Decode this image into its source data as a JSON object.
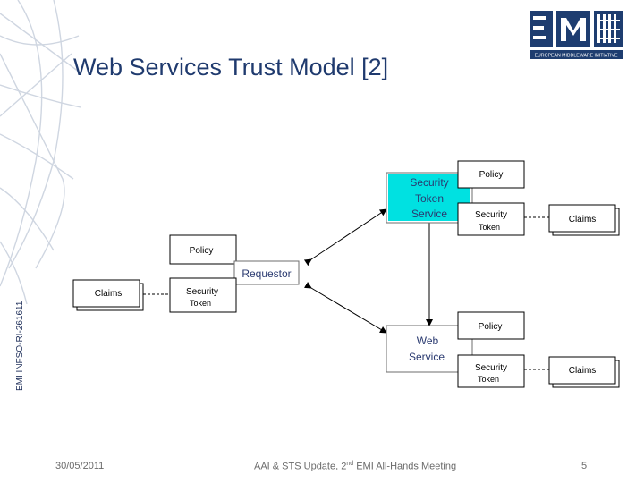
{
  "slide": {
    "title": "Web Services Trust Model [2]",
    "side_label": "EMI INFSO-RI-261611",
    "logo_text": "EUROPEAN MIDDLEWARE INITIATIVE"
  },
  "diagram": {
    "security_token_service": [
      "Security",
      "Token",
      "Service"
    ],
    "requestor": "Requestor",
    "web_service": [
      "Web",
      "Service"
    ],
    "policy": "Policy",
    "security_token": [
      "Security",
      "Token"
    ],
    "claims": "Claims"
  },
  "footer": {
    "date": "30/05/2011",
    "event_pre": "AAI & STS Update, 2",
    "event_sup": "nd",
    "event_post": " EMI All-Hands Meeting",
    "page": "5"
  },
  "colors": {
    "title": "#1f3a6e",
    "sts_fill": "#00e1e1",
    "logo_blue": "#1e3d70"
  }
}
